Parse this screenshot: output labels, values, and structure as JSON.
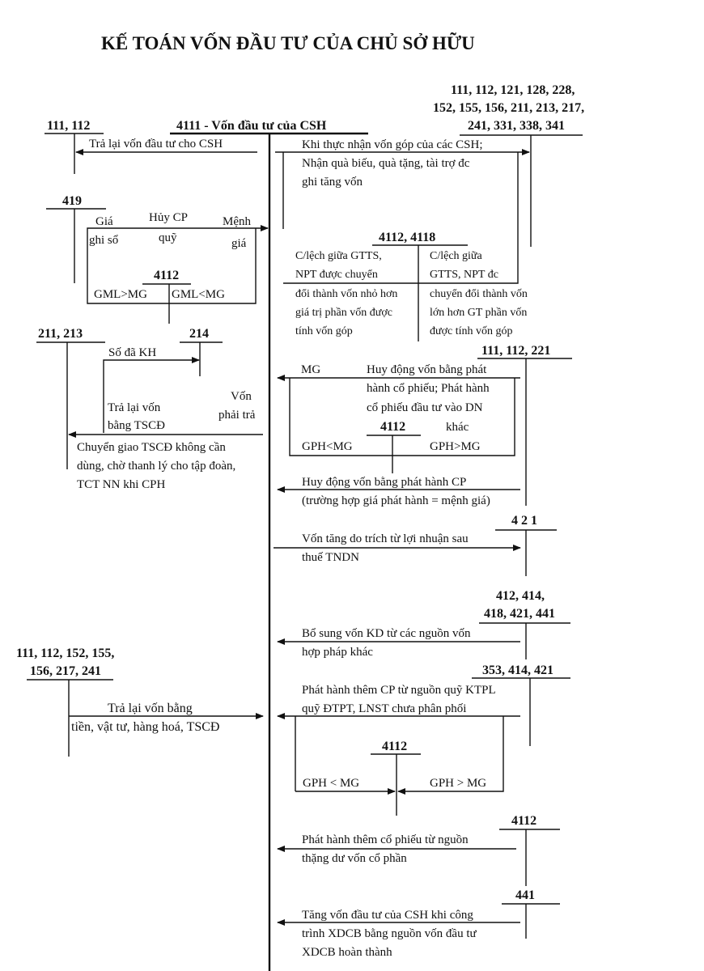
{
  "title": "KẾ TOÁN VỐN ĐẦU TƯ CỦA CHỦ SỞ HỮU",
  "central_account": "4111 - Vốn đầu tư của CSH",
  "left": {
    "acc_111_112": "111, 112",
    "return_capital": "Trả lại vốn đầu tư cho CSH",
    "acc_419": "419",
    "gia": "Giá",
    "ghi_so": "ghi sổ",
    "huy_cp": "Hủy CP",
    "quy": "quỹ",
    "menh": "Mệnh",
    "gia2": "giá",
    "acc_4112_a": "4112",
    "gml_gt": "GML>MG",
    "gml_lt": "GML<MG",
    "acc_211_213": "211, 213",
    "acc_214": "214",
    "so_da_kh": "Số đã KH",
    "tra_lai_von": "Trả lại vốn",
    "bang_tscd": "bằng TSCĐ",
    "von": "Vốn",
    "phai_tra": "phải trả",
    "transfer_1": "Chuyển giao TSCĐ không cần",
    "transfer_2": "dùng, chờ thanh lý cho tập đoàn,",
    "transfer_3": "TCT NN khi CPH",
    "acc_multi_1": "111, 112, 152, 155,",
    "acc_multi_2": "156, 217, 241",
    "return_assets_1": "Trả lại vốn bằng",
    "return_assets_2": "tiền, vật tư, hàng hoá, TSCĐ"
  },
  "right": {
    "acc_multi_1": "111, 112, 121, 128, 228,",
    "acc_multi_2": "152, 155, 156, 211, 213, 217,",
    "acc_multi_3": "241, 331, 338, 341",
    "receive_1": "Khi thực nhận vốn góp của các CSH;",
    "receive_2": "Nhận quà biếu, quà tặng, tài trợ đc",
    "receive_3": "ghi tăng vốn",
    "acc_4112_4118": "4112, 4118",
    "diff_left_1": "C/lệch giữa GTTS,",
    "diff_left_2": "NPT được chuyển",
    "diff_left_3": "đổi thành vốn nhỏ hơn",
    "diff_left_4": "giá trị phần vốn được",
    "diff_left_5": "tính vốn góp",
    "diff_right_1": "C/lệch giữa",
    "diff_right_2": "GTTS, NPT đc",
    "diff_right_3": "chuyển đổi thành vốn",
    "diff_right_4": "lớn hơn GT phần vốn",
    "diff_right_5": "được tính vốn góp",
    "acc_111_112_221": "111, 112, 221",
    "mg": "MG",
    "issue_1": "Huy động vốn bằng phát",
    "issue_2": "hành cổ phiếu; Phát hành",
    "issue_3": "cổ phiếu đầu tư vào DN",
    "acc_4112_b": "4112",
    "khac": "khác",
    "gph_lt": "GPH<MG",
    "gph_gt": "GPH>MG",
    "issue_par_1": "Huy động vốn bằng phát hành CP",
    "issue_par_2": "(trường hợp giá phát hành = mệnh giá)",
    "acc_421": "4 2 1",
    "profit_1": "Vốn tăng do trích từ lợi nhuận sau",
    "profit_2": "thuế TNDN",
    "acc_412_1": "412, 414,",
    "acc_412_2": "418, 421, 441",
    "supp_1": "Bổ sung vốn KD từ các nguồn vốn",
    "supp_2": "hợp pháp khác",
    "acc_353": "353, 414, 421",
    "fund_1": "Phát hành thêm CP từ nguồn quỹ KTPL",
    "fund_2": "quỹ ĐTPT, LNST chưa phân phối",
    "acc_4112_c": "4112",
    "gph_lt2": "GPH < MG",
    "gph_gt2": "GPH > MG",
    "acc_4112_d": "4112",
    "surplus_1": "Phát hành thêm cổ phiếu từ nguồn",
    "surplus_2": "thặng dư vốn cổ phần",
    "acc_441": "441",
    "xdcb_1": "Tăng vốn đầu tư của CSH khi công",
    "xdcb_2": "trình XDCB bằng nguồn vốn đầu tư",
    "xdcb_3": "XDCB hoàn thành"
  }
}
